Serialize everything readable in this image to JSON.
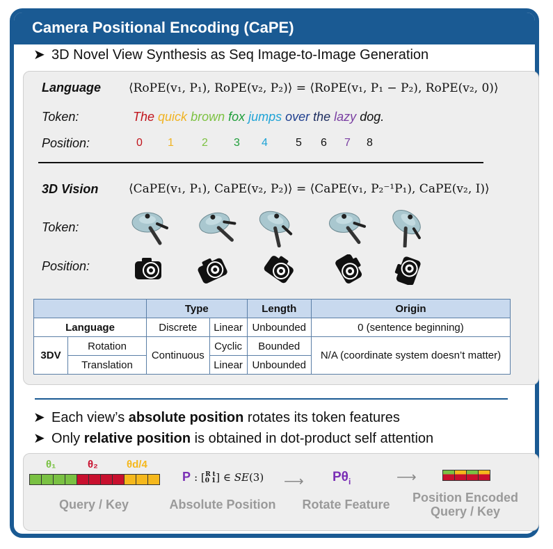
{
  "title": "Camera Positional Encoding (CaPE)",
  "bullet1": "3D Novel View Synthesis as Seq Image-to-Image Generation",
  "language": {
    "label": "Language",
    "equation": "⟨RoPE(v₁, P₁), RoPE(v₂, P₂)⟩ = ⟨RoPE(v₁, P₁ − P₂), RoPE(v₂, 0)⟩",
    "token_label": "Token:",
    "position_label": "Position:",
    "tokens": [
      {
        "text": "The",
        "color": "#c0141c"
      },
      {
        "text": "quick",
        "color": "#f0b323"
      },
      {
        "text": "brown",
        "color": "#7dc242"
      },
      {
        "text": "fox",
        "color": "#1f9e3a"
      },
      {
        "text": "jumps",
        "color": "#1ea3d6"
      },
      {
        "text": "over",
        "color": "#1f3f8f"
      },
      {
        "text": "the",
        "color": "#1c2c5e"
      },
      {
        "text": "lazy",
        "color": "#7a3ea2"
      },
      {
        "text": "dog.",
        "color": "#111111"
      }
    ],
    "positions": [
      "0",
      "1",
      "2",
      "3",
      "4",
      "5",
      "6",
      "7",
      "8"
    ]
  },
  "vision": {
    "label": "3D Vision",
    "equation": "⟨CaPE(v₁, P₁), CaPE(v₂, P₂)⟩ = ⟨CaPE(v₁, P₂⁻¹P₁), CaPE(v₂, I)⟩",
    "token_label": "Token:",
    "position_label": "Position:",
    "token_icon": "kettle-object-icon",
    "position_icon": "camera-icon"
  },
  "table": {
    "headers": [
      "Type",
      "Length",
      "Origin"
    ],
    "rows": {
      "language": {
        "name": "Language",
        "type": "Discrete",
        "subtype": "Linear",
        "length": "Unbounded",
        "origin": "0 (sentence beginning)"
      },
      "threed": {
        "name": "3DV"
      },
      "rotation": {
        "name": "Rotation",
        "subtype": "Cyclic",
        "length": "Bounded"
      },
      "translation": {
        "name": "Translation",
        "subtype": "Linear",
        "length": "Unbounded"
      },
      "continuous": "Continuous",
      "origin_3d": "N/A (coordinate system doesn’t matter)"
    }
  },
  "bullet2": {
    "pre": "Each view’s ",
    "bold": "absolute position",
    "post": " rotates its token features"
  },
  "bullet3": {
    "pre": "Only ",
    "bold": "relative position",
    "post": " is obtained in dot-product self attention"
  },
  "bottom": {
    "theta1": "θ₁",
    "theta2": "θ₂",
    "theta3": "θd/4",
    "query_key": "Query / Key",
    "abs_formula": "P : [R t ; 0 1] ∈ SE(3)",
    "abs_label": "Absolute Position",
    "rot_formula": "Pθᵢ",
    "rot_label": "Rotate Feature",
    "enc_label_1": "Position Encoded",
    "enc_label_2": "Query / Key",
    "colors": {
      "green": "#7ac143",
      "red": "#c8102e",
      "yellow": "#f5b81c",
      "purple": "#7a2fb5",
      "blue": "#1a5a93"
    }
  }
}
